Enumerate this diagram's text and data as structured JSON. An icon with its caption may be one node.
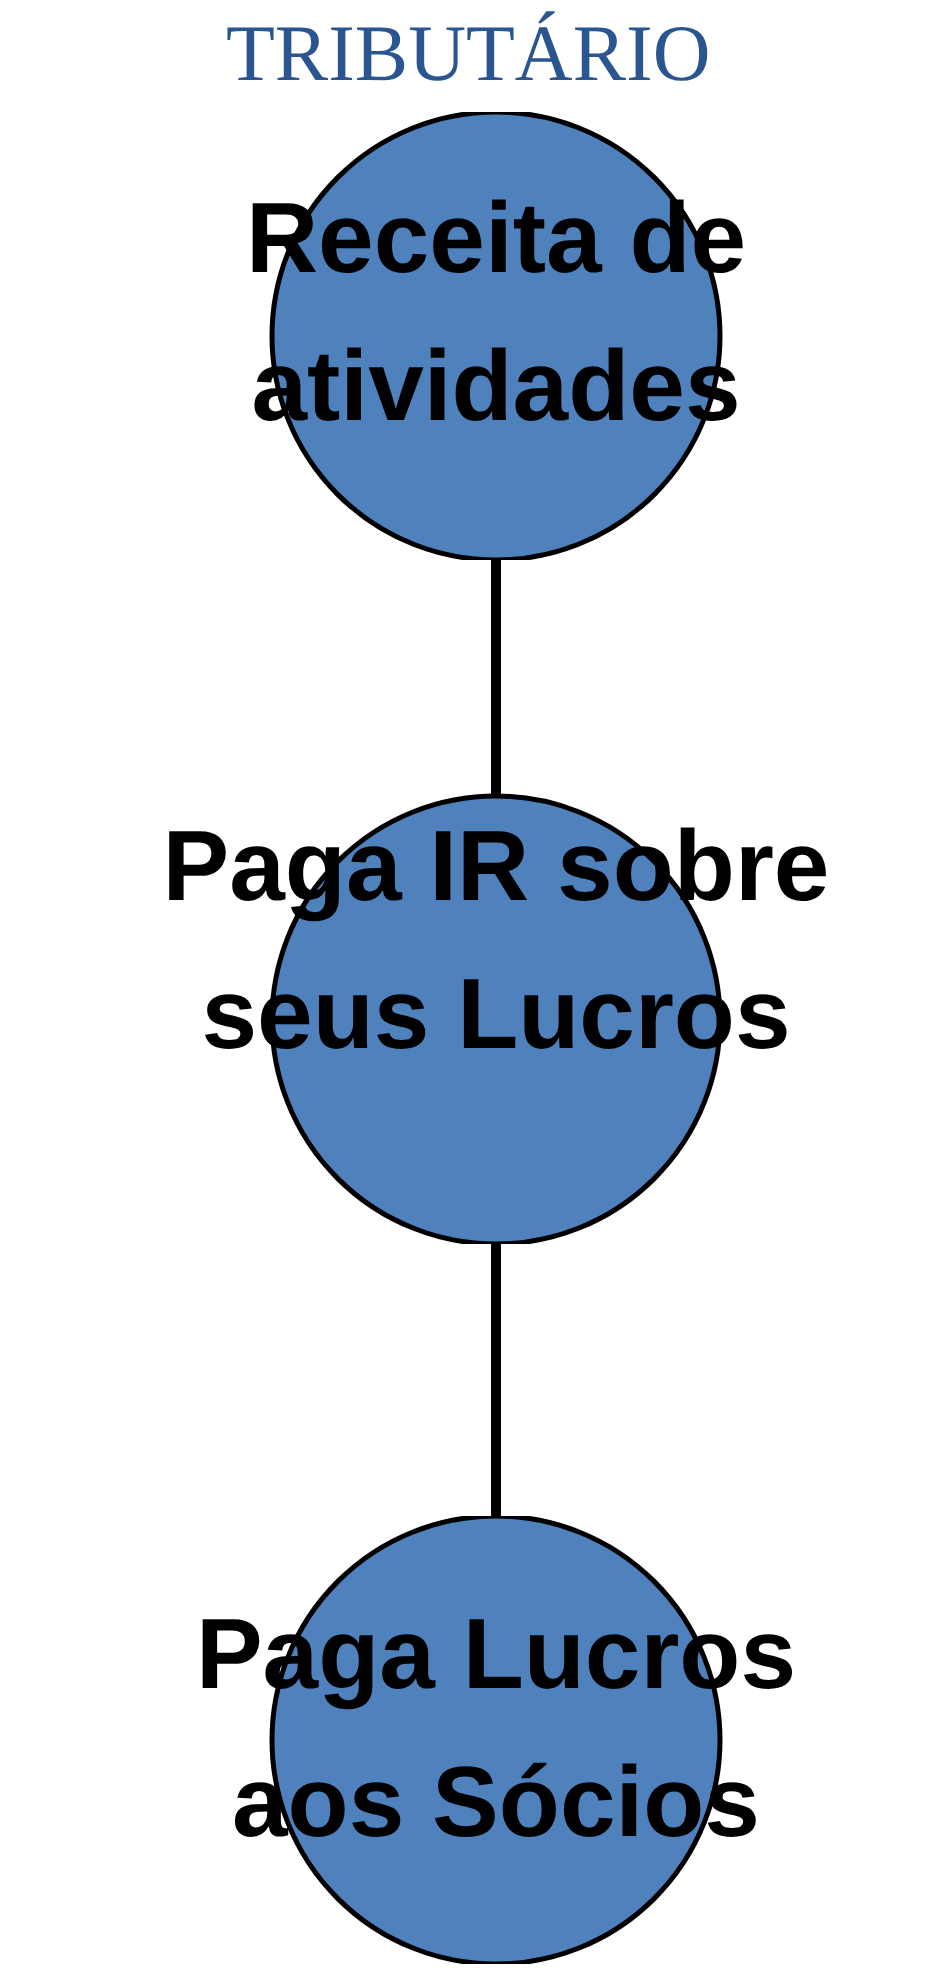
{
  "diagram": {
    "title": "TRIBUTÁRIO",
    "nodes": [
      {
        "text": [
          "Receita de atividades"
        ]
      },
      {
        "text": [
          "Paga IR sobre seus Lucros"
        ]
      },
      {
        "text": [
          "Paga Lucros aos Sócios"
        ]
      }
    ],
    "edges": [
      {
        "from": 0,
        "to": 1,
        "arrow": "none"
      },
      {
        "from": 1,
        "to": 2,
        "arrow": "none"
      }
    ]
  }
}
